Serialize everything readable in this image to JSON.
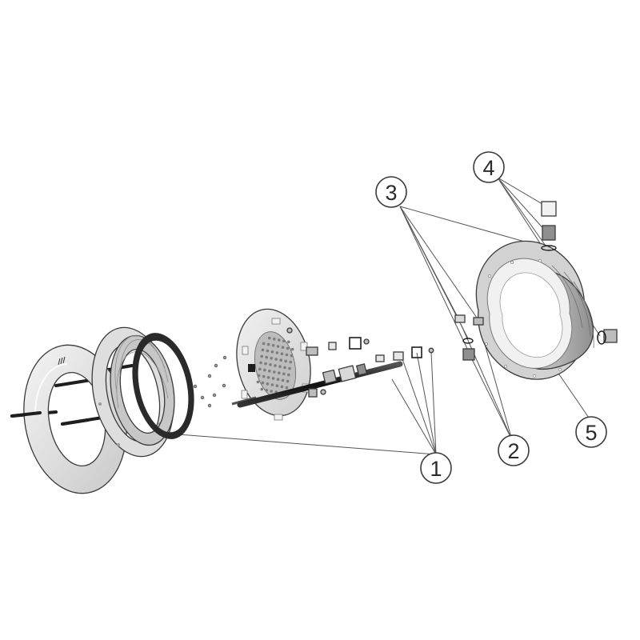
{
  "diagram": {
    "type": "exploded-parts-view",
    "callouts": [
      {
        "id": "1",
        "label": "1"
      },
      {
        "id": "2",
        "label": "2"
      },
      {
        "id": "3",
        "label": "3"
      },
      {
        "id": "4",
        "label": "4"
      },
      {
        "id": "5",
        "label": "5"
      }
    ]
  },
  "colors": {
    "part_light": "#e6e6e6",
    "part_mid": "#bdbdbd",
    "part_dark": "#7d7d7d",
    "part_black": "#1e1e1e",
    "outline": "#3a3a3a",
    "leader": "#555555"
  }
}
